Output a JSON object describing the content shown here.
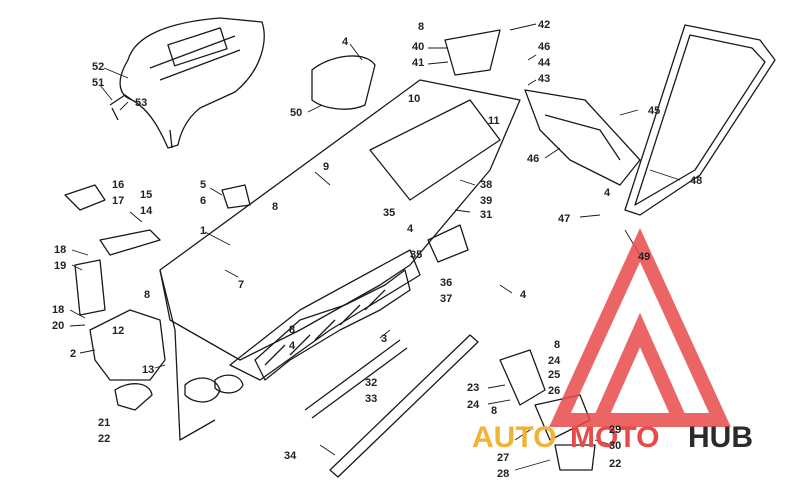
{
  "callouts": [
    {
      "id": "c52",
      "text": "52"
    },
    {
      "id": "c51",
      "text": "51"
    },
    {
      "id": "c53",
      "text": "53"
    },
    {
      "id": "c4a",
      "text": "4"
    },
    {
      "id": "c50",
      "text": "50"
    },
    {
      "id": "c8a",
      "text": "8"
    },
    {
      "id": "c40",
      "text": "40"
    },
    {
      "id": "c41",
      "text": "41"
    },
    {
      "id": "c42",
      "text": "42"
    },
    {
      "id": "c46a",
      "text": "46"
    },
    {
      "id": "c44",
      "text": "44"
    },
    {
      "id": "c43",
      "text": "43"
    },
    {
      "id": "c10",
      "text": "10"
    },
    {
      "id": "c11",
      "text": "11"
    },
    {
      "id": "c45",
      "text": "45"
    },
    {
      "id": "c46b",
      "text": "46"
    },
    {
      "id": "c48",
      "text": "48"
    },
    {
      "id": "c9",
      "text": "9"
    },
    {
      "id": "c38",
      "text": "38"
    },
    {
      "id": "c39",
      "text": "39"
    },
    {
      "id": "c31",
      "text": "31"
    },
    {
      "id": "c5",
      "text": "5"
    },
    {
      "id": "c6",
      "text": "6"
    },
    {
      "id": "c16",
      "text": "16"
    },
    {
      "id": "c17",
      "text": "17"
    },
    {
      "id": "c15",
      "text": "15"
    },
    {
      "id": "c14",
      "text": "14"
    },
    {
      "id": "c8b",
      "text": "8"
    },
    {
      "id": "c1",
      "text": "1"
    },
    {
      "id": "c35a",
      "text": "35"
    },
    {
      "id": "c4b",
      "text": "4"
    },
    {
      "id": "c4c",
      "text": "4"
    },
    {
      "id": "c47",
      "text": "47"
    },
    {
      "id": "c49",
      "text": "49"
    },
    {
      "id": "c18a",
      "text": "18"
    },
    {
      "id": "c19",
      "text": "19"
    },
    {
      "id": "c35b",
      "text": "35"
    },
    {
      "id": "c36",
      "text": "36"
    },
    {
      "id": "c37",
      "text": "37"
    },
    {
      "id": "c4d",
      "text": "4"
    },
    {
      "id": "c7",
      "text": "7"
    },
    {
      "id": "c8c",
      "text": "8"
    },
    {
      "id": "c18b",
      "text": "18"
    },
    {
      "id": "c20",
      "text": "20"
    },
    {
      "id": "c12",
      "text": "12"
    },
    {
      "id": "c8d",
      "text": "8"
    },
    {
      "id": "c4e",
      "text": "4"
    },
    {
      "id": "c3",
      "text": "3"
    },
    {
      "id": "c2",
      "text": "2"
    },
    {
      "id": "c13",
      "text": "13"
    },
    {
      "id": "c32",
      "text": "32"
    },
    {
      "id": "c33",
      "text": "33"
    },
    {
      "id": "c21",
      "text": "21"
    },
    {
      "id": "c22a",
      "text": "22"
    },
    {
      "id": "c34",
      "text": "34"
    },
    {
      "id": "c8e",
      "text": "8"
    },
    {
      "id": "c24a",
      "text": "24"
    },
    {
      "id": "c25",
      "text": "25"
    },
    {
      "id": "c23",
      "text": "23"
    },
    {
      "id": "c26",
      "text": "26"
    },
    {
      "id": "c24b",
      "text": "24"
    },
    {
      "id": "c8f",
      "text": "8"
    },
    {
      "id": "c27",
      "text": "27"
    },
    {
      "id": "c28",
      "text": "28"
    },
    {
      "id": "c29",
      "text": "29"
    },
    {
      "id": "c30",
      "text": "30"
    },
    {
      "id": "c22b",
      "text": "22"
    }
  ],
  "watermark": {
    "part1": "AUTO",
    "part2": "MOTO",
    "part3": "HUB",
    "color_red": "#e84a4a",
    "color_gold": "#f2b233",
    "color_dark": "#2b2b2b"
  }
}
